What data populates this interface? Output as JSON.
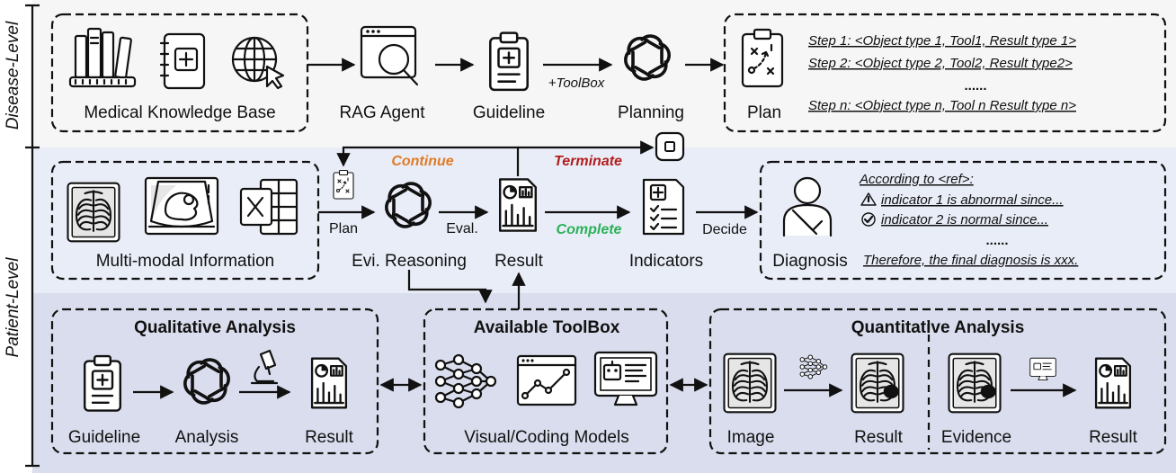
{
  "levels": {
    "disease": "Disease-Level",
    "patient": "Patient-Level"
  },
  "disease": {
    "knowledge_base": "Medical Knowledge Base",
    "rag_agent": "RAG Agent",
    "guideline": "Guideline",
    "toolbox_edge": "+ToolBox",
    "planning": "Planning",
    "plan": "Plan",
    "steps": [
      "Step 1: <Object type 1, Tool1, Result type 1>",
      "Step 2: <Object type 2, Tool2, Result type2>",
      "......",
      "Step n: <Object type n, Tool n Result type n>"
    ]
  },
  "patient": {
    "multimodal": "Multi-modal Information",
    "plan_edge": "Plan",
    "evi_reasoning": "Evi. Reasoning",
    "eval_edge": "Eval.",
    "result": "Result",
    "continue": "Continue",
    "terminate": "Terminate",
    "complete": "Complete",
    "indicators": "Indicators",
    "decide_edge": "Decide",
    "diagnosis": "Diagnosis",
    "diagnosis_lines": [
      "According to <ref>:",
      "indicator 1 is abnormal since...",
      "indicator 2 is normal since...",
      "......",
      "Therefore, the final diagnosis is xxx."
    ]
  },
  "toolbox": {
    "qualitative_title": "Qualitative Analysis",
    "q_guideline": "Guideline",
    "q_analysis": "Analysis",
    "q_result": "Result",
    "available_title": "Available ToolBox",
    "models": "Visual/Coding Models",
    "quantitative_title": "Quantitative Analysis",
    "qt_image": "Image",
    "qt_result1": "Result",
    "qt_evidence": "Evidence",
    "qt_result2": "Result"
  },
  "colors": {
    "disease_bg": "#f6f6f6",
    "patient_bg": "#e9edf7",
    "toolbox_bg": "#d9dded",
    "continue": "#e07b26",
    "terminate": "#b21d1d",
    "complete": "#2bb15a"
  },
  "icons": [
    "books-icon",
    "medical-binder-icon",
    "globe-cursor-icon",
    "search-window-icon",
    "clipboard-guideline-icon",
    "openai-logo-icon",
    "plan-clipboard-icon",
    "xray-icon",
    "ultrasound-icon",
    "excel-icon",
    "report-chart-icon",
    "checklist-icon",
    "patient-icon",
    "stop-icon",
    "microscope-icon",
    "neural-network-icon",
    "line-chart-icon",
    "computer-icon"
  ]
}
